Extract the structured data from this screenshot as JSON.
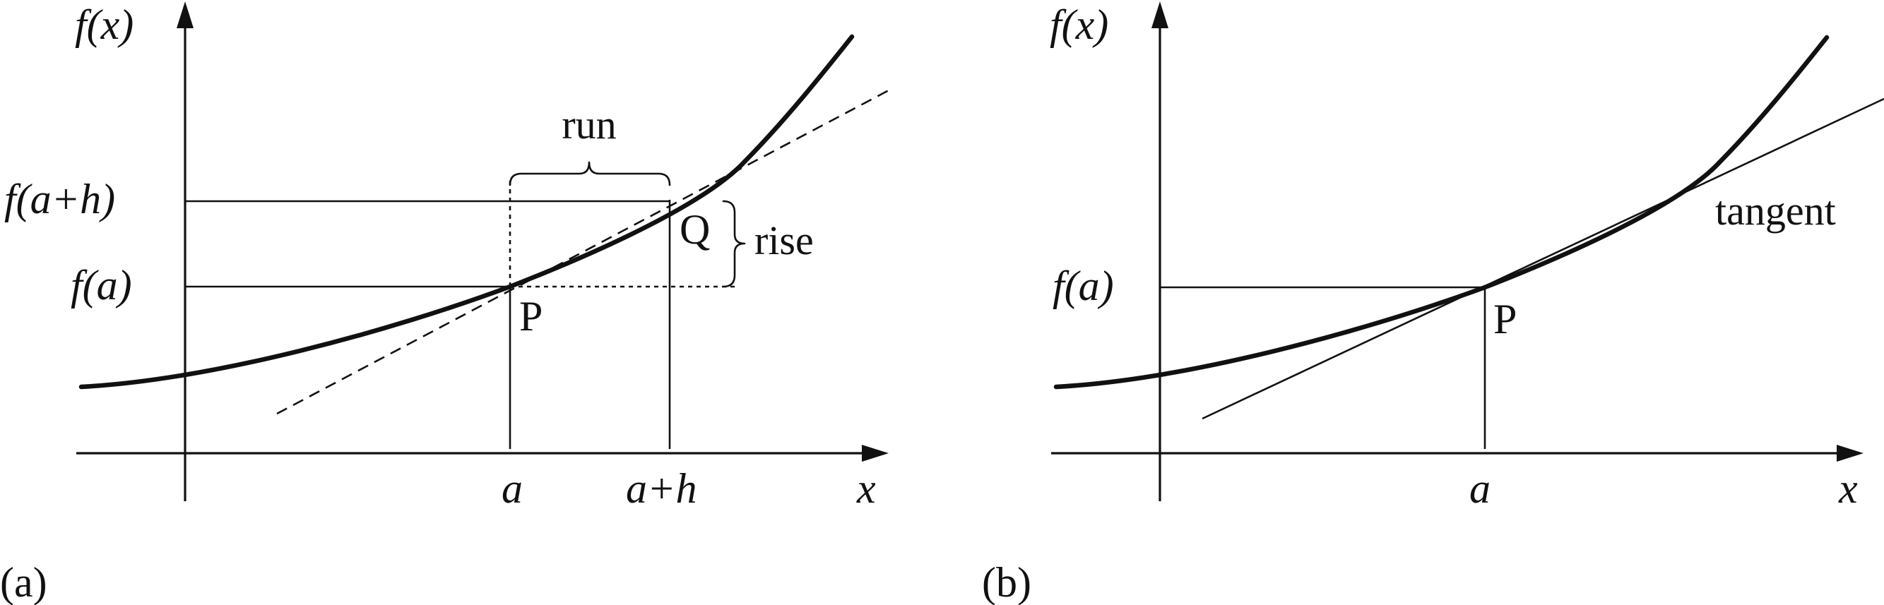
{
  "panel_a": {
    "label": "(a)",
    "y_axis_label": "f(x)",
    "x_axis_label": "x",
    "tick_f_a": "f(a)",
    "tick_f_a_plus_h": "f(a+h)",
    "tick_a": "a",
    "tick_a_plus_h": "a+h",
    "point_p": "P",
    "point_q": "Q",
    "run_label": "run",
    "rise_label": "rise"
  },
  "panel_b": {
    "label": "(b)",
    "y_axis_label": "f(x)",
    "x_axis_label": "x",
    "tick_f_a": "f(a)",
    "tick_a": "a",
    "point_p": "P",
    "tangent_label": "tangent"
  }
}
